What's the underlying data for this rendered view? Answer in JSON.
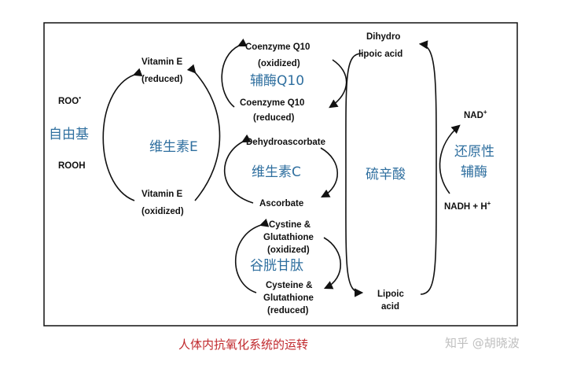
{
  "labels": {
    "roo": "ROO",
    "rooh": "ROOH",
    "vite_reduced_1": "Vitamin E",
    "vite_reduced_2": "(reduced)",
    "vite_oxidized_1": "Vitamin E",
    "vite_oxidized_2": "(oxidized)",
    "coq10_ox_1": "Coenzyme Q10",
    "coq10_ox_2": "(oxidized)",
    "coq10_red_1": "Coenzyme Q10",
    "coq10_red_2": "(reduced)",
    "dehydroascorbate": "Dehydroascorbate",
    "ascorbate": "Ascorbate",
    "cystine_1": "Cystine &",
    "cystine_2": "Glutathione",
    "cystine_3": "(oxidized)",
    "cysteine_1": "Cysteine &",
    "cysteine_2": "Glutathione",
    "cysteine_3": "(reduced)",
    "dihydro_1": "Dihydro",
    "dihydro_2": "lipoic acid",
    "lipoic_1": "Lipoic",
    "lipoic_2": "acid",
    "nad": "NAD",
    "nadh": "NADH + H"
  },
  "chinese_labels": {
    "free_radical": "自由基",
    "vitamin_e": "维生素E",
    "coenzyme_q10": "辅酶Q10",
    "vitamin_c": "维生素C",
    "glutathione": "谷胱甘肽",
    "lipoic_acid": "硫辛酸",
    "reducing_coenzyme_1": "还原性",
    "reducing_coenzyme_2": "辅酶"
  },
  "caption": "人体内抗氧化系统的运转",
  "watermark": "知乎 @胡晓波",
  "colors": {
    "chinese_label": "#2f6f9f",
    "caption": "#c0282c",
    "watermark": "#bfbfbf"
  }
}
